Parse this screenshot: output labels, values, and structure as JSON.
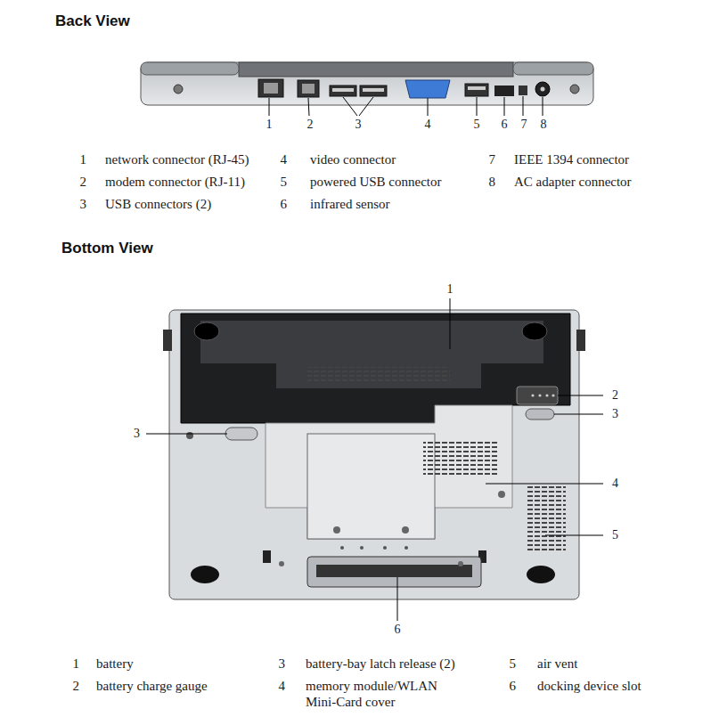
{
  "diagram": {
    "labels": [
      "Back View",
      "1",
      "2",
      "3",
      "4",
      "5",
      "6",
      "7",
      "8",
      "1",
      "network connector (RJ-45)",
      "4",
      "video connector",
      "7",
      "IEEE 1394 connector",
      "2",
      "modem connector (RJ-11)",
      "5",
      "powered USB connector",
      "8",
      "AC adapter connector",
      "3",
      "USB connectors (2)",
      "6",
      "infrared sensor",
      "Bottom View",
      "1",
      "2",
      "3",
      "3",
      "4",
      "5",
      "6",
      "1",
      "battery",
      "3",
      "battery-bay latch release (2)",
      "5",
      "air vent",
      "2",
      "battery charge gauge",
      "4",
      "memory module/WLAN Mini-Card cover",
      "6",
      "docking device slot"
    ]
  }
}
